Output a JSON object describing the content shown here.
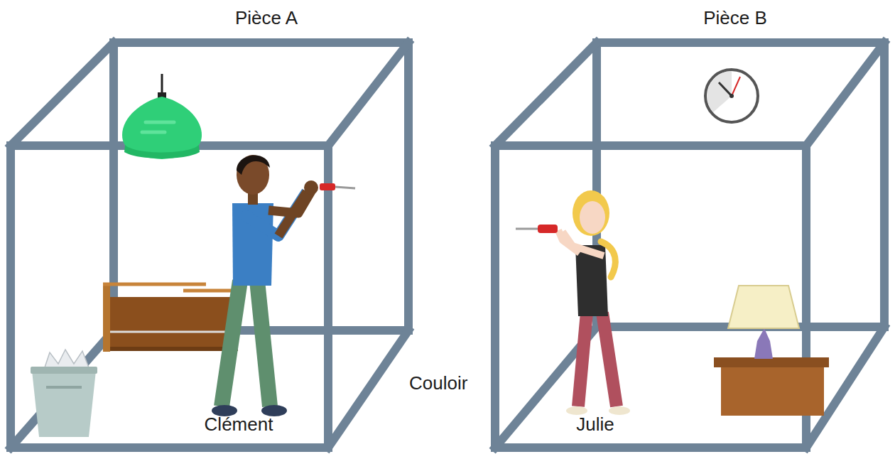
{
  "diagram": {
    "nodes": [
      {
        "text": [
          "Pièce A",
          "Clément"
        ]
      },
      {
        "text": [
          "Pièce B",
          "Julie"
        ]
      }
    ],
    "labels": [
      "Couloir"
    ]
  }
}
